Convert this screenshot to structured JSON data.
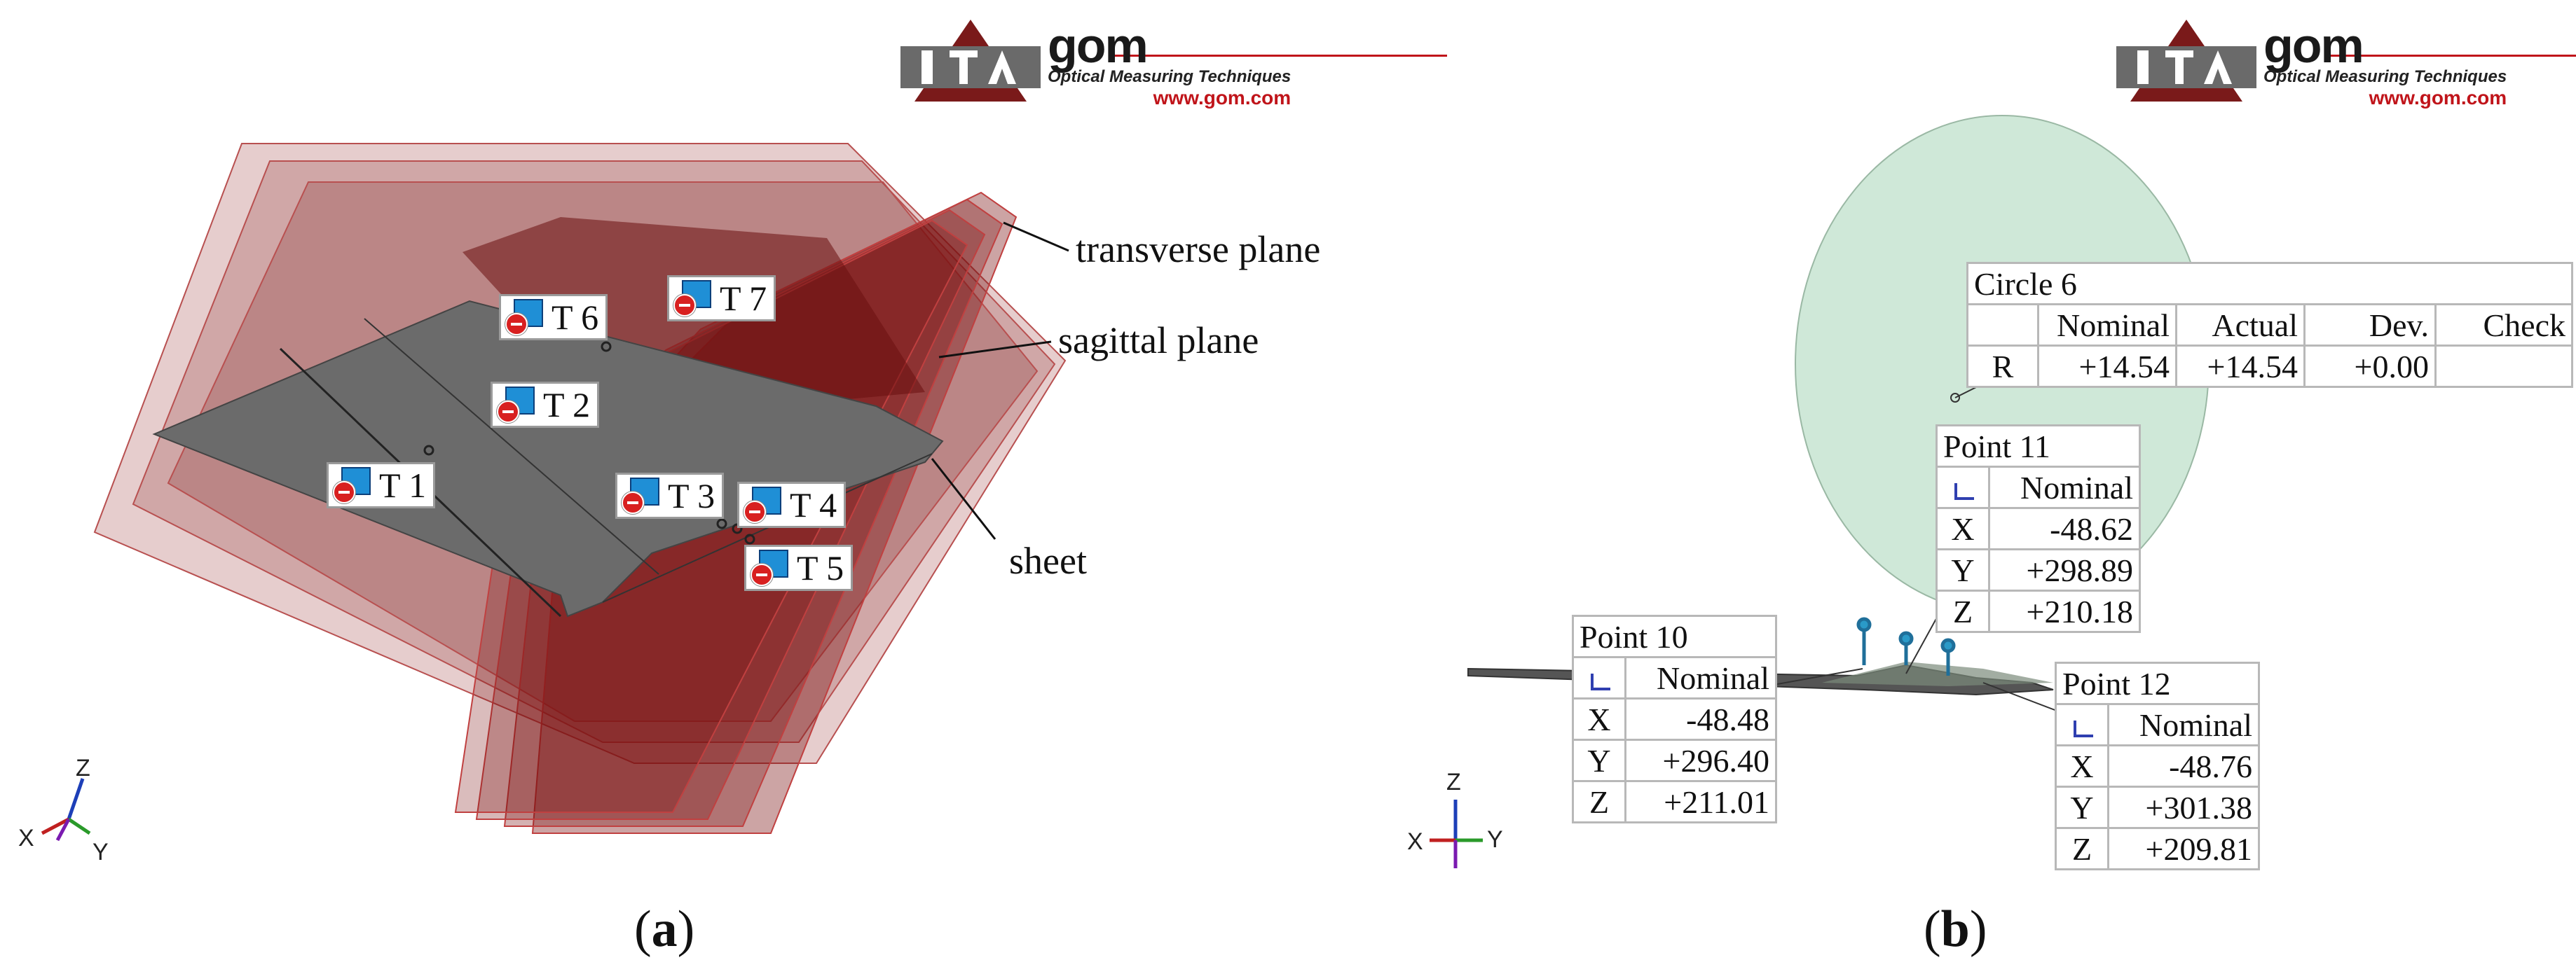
{
  "panel_a": {
    "logo": {
      "brand": "gom",
      "tagline": "Optical Measuring Techniques",
      "url": "www.gom.com"
    },
    "labels": {
      "transverse": "transverse plane",
      "sagittal": "sagittal plane",
      "sheet": "sheet"
    },
    "tags": [
      "T 1",
      "T 2",
      "T 3",
      "T 4",
      "T 5",
      "T 6",
      "T 7"
    ],
    "axes": {
      "z": "Z",
      "x": "X",
      "y": "Y"
    },
    "caption": {
      "open": "(",
      "letter": "a",
      "close": ")"
    }
  },
  "panel_b": {
    "logo": {
      "brand": "gom",
      "tagline": "Optical Measuring Techniques",
      "url": "www.gom.com"
    },
    "circle": {
      "title": "Circle 6",
      "headers": [
        "Nominal",
        "Actual",
        "Dev.",
        "Check"
      ],
      "row_label": "R",
      "values": [
        "+14.54",
        "+14.54",
        "+0.00",
        ""
      ]
    },
    "points": [
      {
        "title": "Point 10",
        "header": "Nominal",
        "rows": [
          [
            "X",
            "-48.48"
          ],
          [
            "Y",
            "+296.40"
          ],
          [
            "Z",
            "+211.01"
          ]
        ]
      },
      {
        "title": "Point 11",
        "header": "Nominal",
        "rows": [
          [
            "X",
            "-48.62"
          ],
          [
            "Y",
            "+298.89"
          ],
          [
            "Z",
            "+210.18"
          ]
        ]
      },
      {
        "title": "Point 12",
        "header": "Nominal",
        "rows": [
          [
            "X",
            "-48.76"
          ],
          [
            "Y",
            "+301.38"
          ],
          [
            "Z",
            "+209.81"
          ]
        ]
      }
    ],
    "axes": {
      "z": "Z",
      "x": "X",
      "y": "Y"
    },
    "caption": {
      "open": "(",
      "letter": "b",
      "close": ")"
    }
  },
  "colors": {
    "plane": "#8a1414",
    "sheet": "#6b6b6b",
    "circle": "#cfe8d8",
    "logo_red": "#c0141a"
  }
}
